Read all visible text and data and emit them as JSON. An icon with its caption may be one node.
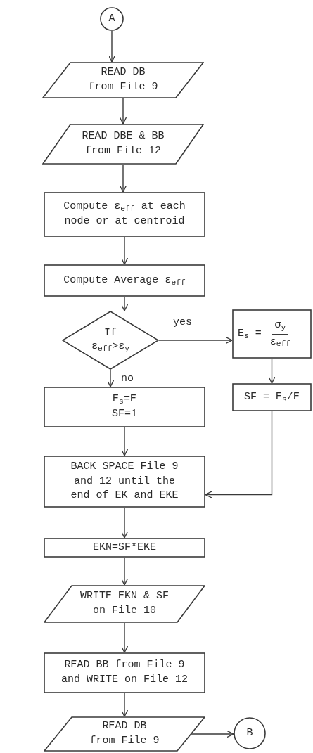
{
  "diagram": {
    "nodes": [
      {
        "text": [
          "A"
        ]
      },
      {
        "text": [
          "READ DB from File 9"
        ]
      },
      {
        "text": [
          "READ DBE & BB from File 12"
        ]
      },
      {
        "text": [
          "Compute ε$_{eff}$ at each node or at centroid"
        ]
      },
      {
        "text": [
          "Compute Average ε$_{eff}$"
        ]
      },
      {
        "text": [
          "If",
          "ε$_{eff}$>ε$_{y}$"
        ]
      },
      {
        "text": [
          "E$_{s}$ =",
          "σ$_{y}$",
          "ε$_{eff}$"
        ]
      },
      {
        "text": [
          "E$_{s}$=E",
          "SF=1"
        ]
      },
      {
        "text": [
          "SF = E$_{s}$/E"
        ]
      },
      {
        "text": [
          "BACK SPACE File 9 and 12 until the end of EK and EKE"
        ]
      },
      {
        "text": [
          "EKN=SF*EKE"
        ]
      },
      {
        "text": [
          "WRITE EKN & SF on File 10"
        ]
      },
      {
        "text": [
          "READ BB from File 9 and WRITE on File 12"
        ]
      },
      {
        "text": [
          "READ DB from File 9"
        ]
      },
      {
        "text": [
          "B"
        ]
      }
    ],
    "edges": [
      {
        "from": 0,
        "to": 1,
        "arrow": "to"
      },
      {
        "from": 1,
        "to": 2,
        "arrow": "to"
      },
      {
        "from": 2,
        "to": 3,
        "arrow": "to"
      },
      {
        "from": 3,
        "to": 4,
        "arrow": "to"
      },
      {
        "from": 4,
        "to": 5,
        "arrow": "to"
      },
      {
        "from": 5,
        "to": 6,
        "arrow": "to",
        "label": "yes"
      },
      {
        "from": 5,
        "to": 7,
        "arrow": "to",
        "label": "no"
      },
      {
        "from": 6,
        "to": 8,
        "arrow": "to"
      },
      {
        "from": 8,
        "to": 9,
        "arrow": "to"
      },
      {
        "from": 7,
        "to": 9,
        "arrow": "to"
      },
      {
        "from": 9,
        "to": 10,
        "arrow": "to"
      },
      {
        "from": 10,
        "to": 11,
        "arrow": "to"
      },
      {
        "from": 11,
        "to": 12,
        "arrow": "to"
      },
      {
        "from": 12,
        "to": 13,
        "arrow": "to"
      },
      {
        "from": 13,
        "to": 14,
        "arrow": "to"
      }
    ]
  }
}
